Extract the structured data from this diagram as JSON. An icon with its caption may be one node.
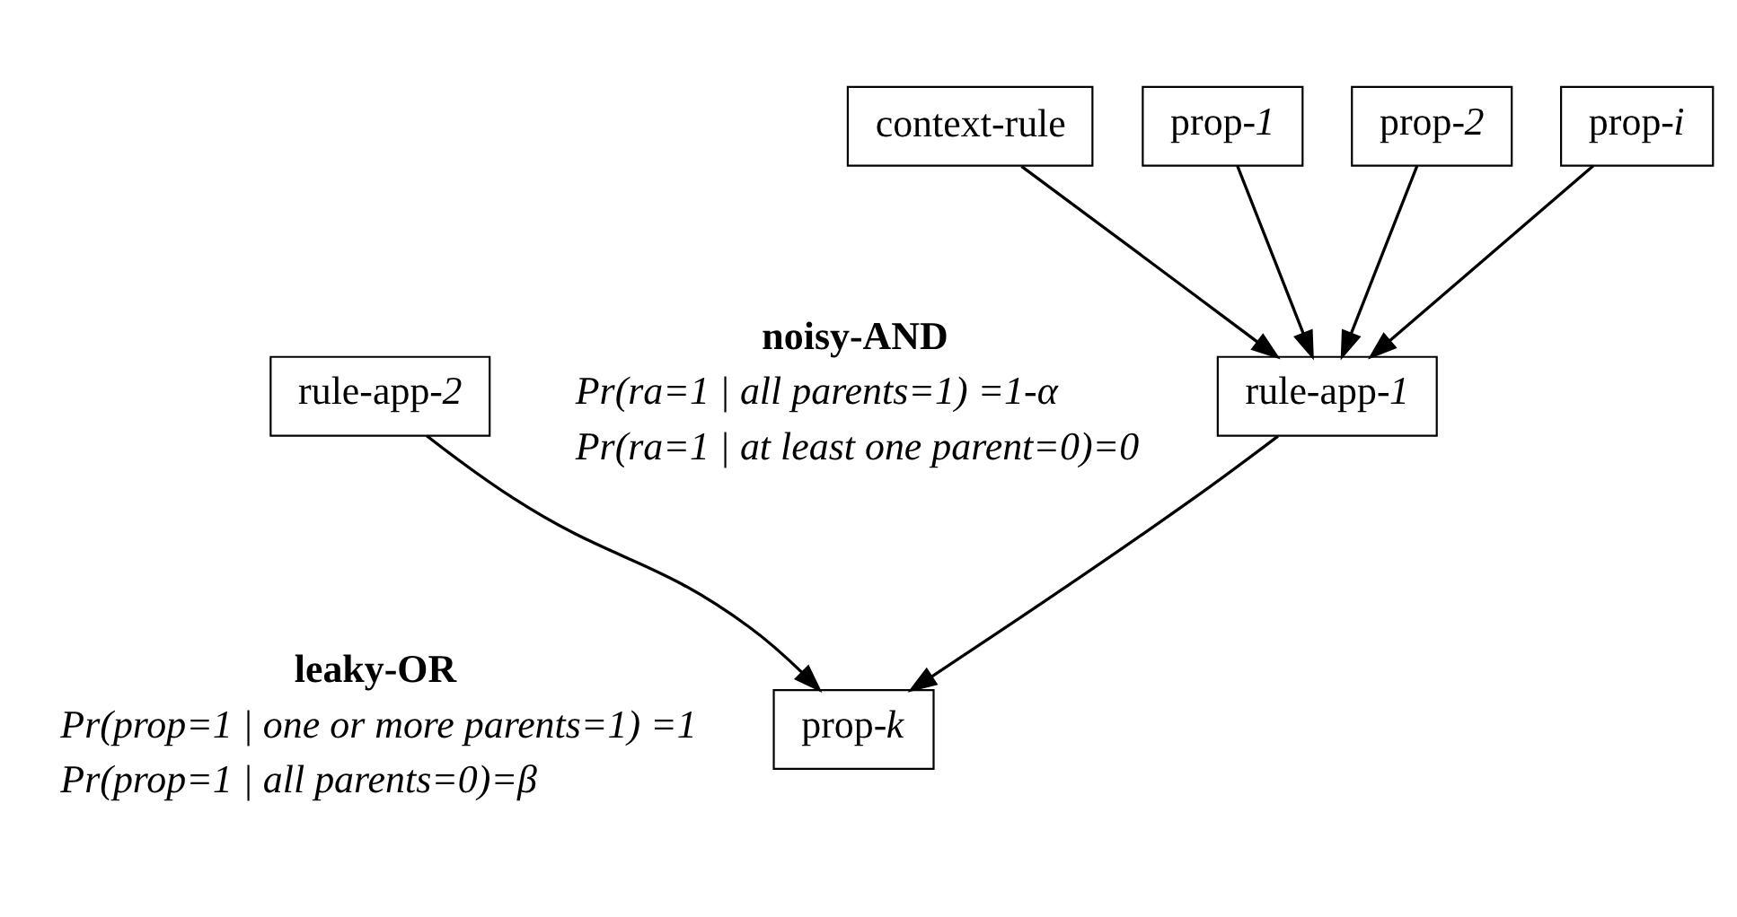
{
  "diagram": {
    "nodes": [
      {
        "text": [
          "context-rule"
        ]
      },
      {
        "text": [
          "prop-*1*"
        ]
      },
      {
        "text": [
          "prop-*2*"
        ]
      },
      {
        "text": [
          "prop-*i*"
        ]
      },
      {
        "text": [
          "rule-app-*1*"
        ]
      },
      {
        "text": [
          "rule-app-*2*"
        ]
      },
      {
        "text": [
          "prop-*k*"
        ]
      }
    ],
    "edges": [
      {
        "from": 0,
        "to": 4,
        "arrow": "to"
      },
      {
        "from": 1,
        "to": 4,
        "arrow": "to"
      },
      {
        "from": 2,
        "to": 4,
        "arrow": "to"
      },
      {
        "from": 3,
        "to": 4,
        "arrow": "to"
      },
      {
        "from": 4,
        "to": 6,
        "arrow": "to"
      },
      {
        "from": 5,
        "to": 6,
        "arrow": "to"
      }
    ],
    "labels": [
      "noisy-AND",
      "Pr(ra=1 | all parents=1) =1-α",
      "Pr(ra=1 | at least one parent=0)=0",
      "leaky-OR",
      "Pr(prop=1 | one or more parents=1) =1",
      "Pr(prop=1 | all parents=0)=β"
    ]
  }
}
